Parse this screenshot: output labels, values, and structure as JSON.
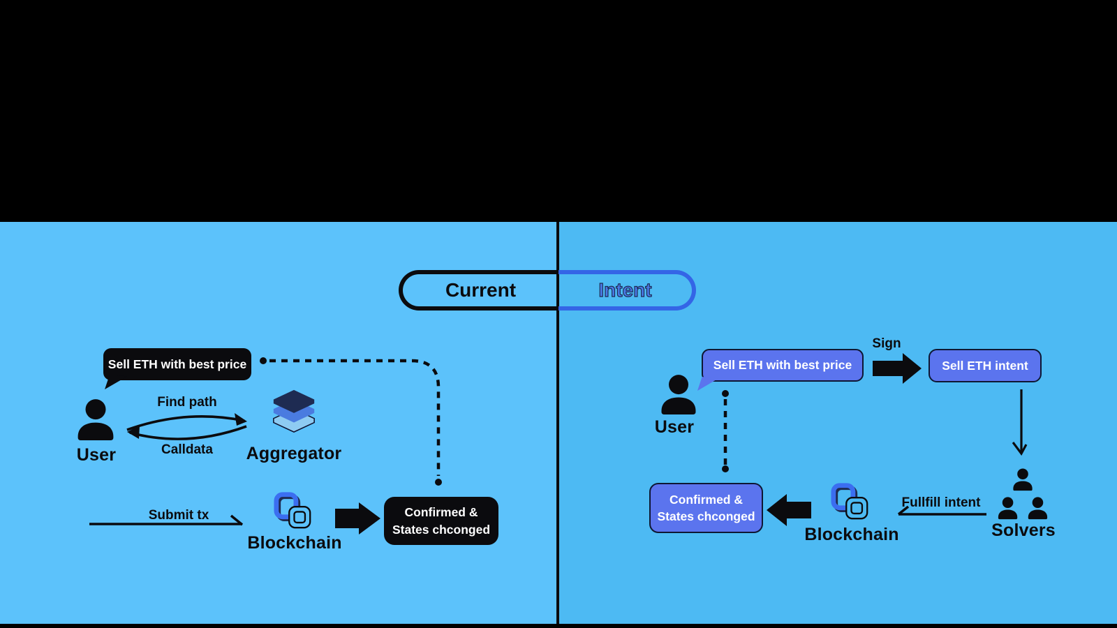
{
  "colors": {
    "bg-left": "#5cc2fb",
    "bg-right": "#4dbaf3",
    "ink": "#0b0b0e",
    "accent": "#5b74ee",
    "pill-blue": "#3465e6",
    "navy": "#1e2b52",
    "intent-text": "#4a7ae8",
    "link-blue": "#3b6ef0",
    "layer-mid": "#4a7be0",
    "layer-light": "#8ecbf2",
    "text-light": "#ffffff"
  },
  "toggle": {
    "current": "Current",
    "intent": "Intent"
  },
  "current_flow": {
    "bubble": "Sell ETH with best price",
    "user": "User",
    "find_path": "Find path",
    "calldata": "Calldata",
    "aggregator": "Aggregator",
    "submit_tx": "Submit tx",
    "blockchain": "Blockchain",
    "confirmed_line1": "Confirmed &",
    "confirmed_line2": "States chconged"
  },
  "intent_flow": {
    "user": "User",
    "bubble": "Sell ETH with best price",
    "sign": "Sign",
    "sell_intent": "Sell ETH intent",
    "solvers": "Solvers",
    "fullfill": "Fullfill intent",
    "blockchain": "Blockchain",
    "confirmed_line1": "Confirmed &",
    "confirmed_line2": "States chconged"
  }
}
